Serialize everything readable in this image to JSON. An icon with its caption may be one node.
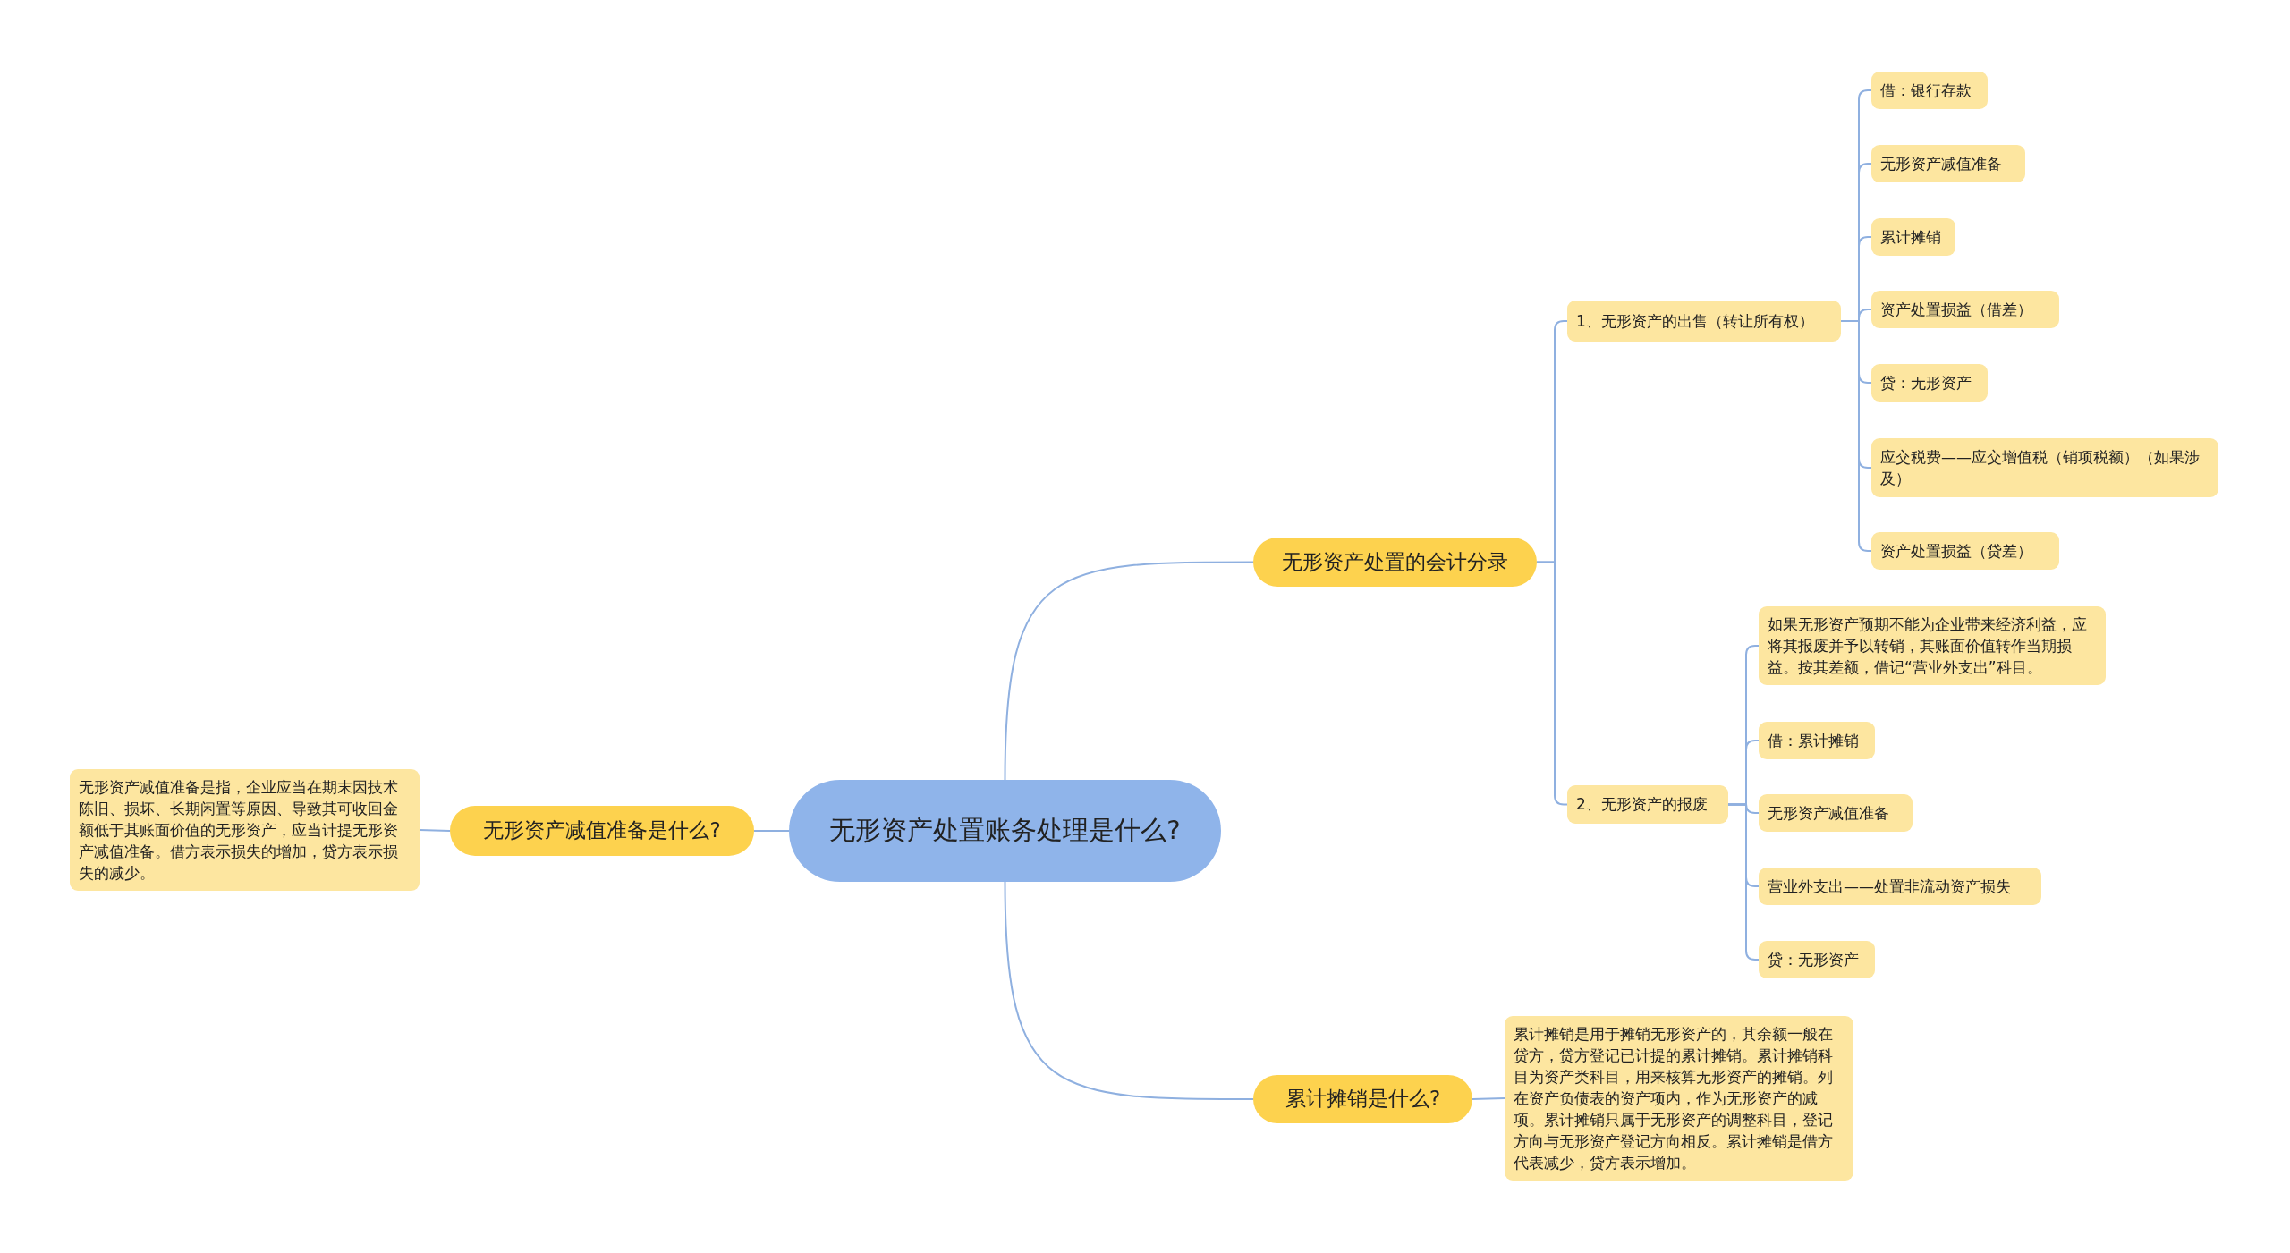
{
  "diagram": {
    "nodes": [
      {
        "text": [
          "无形资产处置账务处理是什么?"
        ]
      },
      {
        "text": [
          "无形资产处置的会计分录"
        ]
      },
      {
        "text": [
          "1、无形资产的出售（转让所有权）"
        ]
      },
      {
        "text": [
          "借：银行存款"
        ]
      },
      {
        "text": [
          "无形资产减值准备"
        ]
      },
      {
        "text": [
          "累计摊销"
        ]
      },
      {
        "text": [
          "资产处置损益（借差）"
        ]
      },
      {
        "text": [
          "贷：无形资产"
        ]
      },
      {
        "text": [
          "应交税费——应交增值税（销项税额）（如果涉及）"
        ]
      },
      {
        "text": [
          "资产处置损益（贷差）"
        ]
      },
      {
        "text": [
          "2、无形资产的报废"
        ]
      },
      {
        "text": [
          "如果无形资产预期不能为企业带来经济利益，应将其报废并予以转销，其账面价值转作当期损益。按其差额，借记“营业外支出”科目。"
        ]
      },
      {
        "text": [
          "借：累计摊销"
        ]
      },
      {
        "text": [
          "无形资产减值准备"
        ]
      },
      {
        "text": [
          "营业外支出——处置非流动资产损失"
        ]
      },
      {
        "text": [
          "贷：无形资产"
        ]
      },
      {
        "text": [
          "无形资产减值准备是什么?"
        ]
      },
      {
        "text": [
          "无形资产减值准备是指，企业应当在期末因技术陈旧、损坏、长期闲置等原因、导致其可收回金额低于其账面价值的无形资产，应当计提无形资产减值准备。借方表示损失的增加，贷方表示损失的减少。"
        ]
      },
      {
        "text": [
          "累计摊销是什么?"
        ]
      },
      {
        "text": [
          "累计摊销是用于摊销无形资产的，其余额一般在贷方，贷方登记已计提的累计摊销。累计摊销科目为资产类科目，用来核算无形资产的摊销。列在资产负债表的资产项内，作为无形资产的减项。累计摊销只属于无形资产的调整科目，登记方向与无形资产登记方向相反。累计摊销是借方代表减少，贷方表示增加。"
        ]
      }
    ],
    "edges": [
      {
        "from": 0,
        "to": 1,
        "arrow": "none"
      },
      {
        "from": 1,
        "to": 2,
        "arrow": "none"
      },
      {
        "from": 2,
        "to": 3,
        "arrow": "none"
      },
      {
        "from": 2,
        "to": 4,
        "arrow": "none"
      },
      {
        "from": 2,
        "to": 5,
        "arrow": "none"
      },
      {
        "from": 2,
        "to": 6,
        "arrow": "none"
      },
      {
        "from": 2,
        "to": 7,
        "arrow": "none"
      },
      {
        "from": 2,
        "to": 8,
        "arrow": "none"
      },
      {
        "from": 2,
        "to": 9,
        "arrow": "none"
      },
      {
        "from": 1,
        "to": 10,
        "arrow": "none"
      },
      {
        "from": 10,
        "to": 11,
        "arrow": "none"
      },
      {
        "from": 10,
        "to": 12,
        "arrow": "none"
      },
      {
        "from": 10,
        "to": 13,
        "arrow": "none"
      },
      {
        "from": 10,
        "to": 14,
        "arrow": "none"
      },
      {
        "from": 10,
        "to": 15,
        "arrow": "none"
      },
      {
        "from": 0,
        "to": 16,
        "arrow": "none"
      },
      {
        "from": 16,
        "to": 17,
        "arrow": "none"
      },
      {
        "from": 0,
        "to": 18,
        "arrow": "none"
      },
      {
        "from": 18,
        "to": 19,
        "arrow": "none"
      }
    ]
  }
}
